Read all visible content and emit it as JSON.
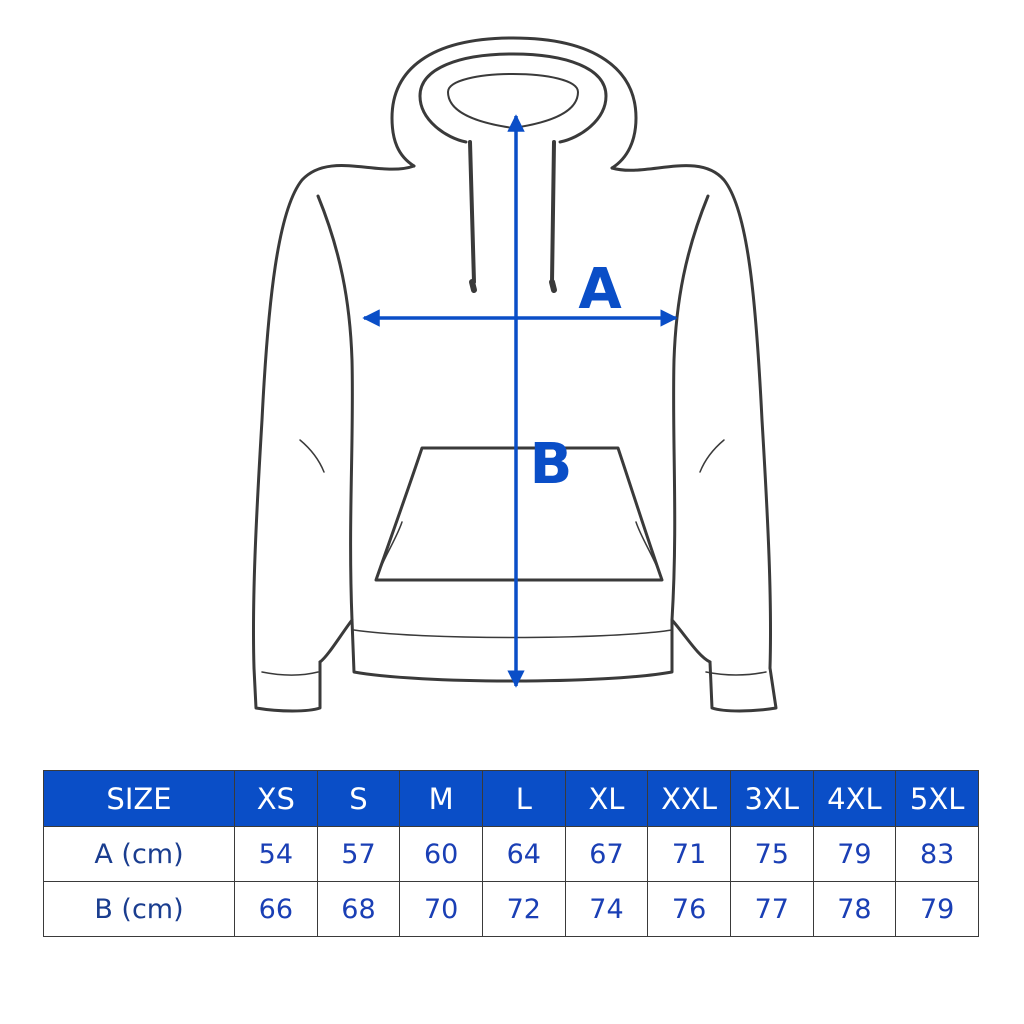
{
  "colors": {
    "accent": "#0a4ec7",
    "header_bg": "#0a4ec7",
    "value_text": "#1a3fb5",
    "label_text": "#1a3d8f",
    "outline": "#3a3a3a"
  },
  "diagram": {
    "width_label": "A",
    "length_label": "B"
  },
  "table": {
    "header": [
      "SIZE",
      "XS",
      "S",
      "M",
      "L",
      "XL",
      "XXL",
      "3XL",
      "4XL",
      "5XL"
    ],
    "rows": [
      {
        "label": "A (cm)",
        "values": [
          "54",
          "57",
          "60",
          "64",
          "67",
          "71",
          "75",
          "79",
          "83"
        ]
      },
      {
        "label": "B (cm)",
        "values": [
          "66",
          "68",
          "70",
          "72",
          "74",
          "76",
          "77",
          "78",
          "79"
        ]
      }
    ]
  }
}
